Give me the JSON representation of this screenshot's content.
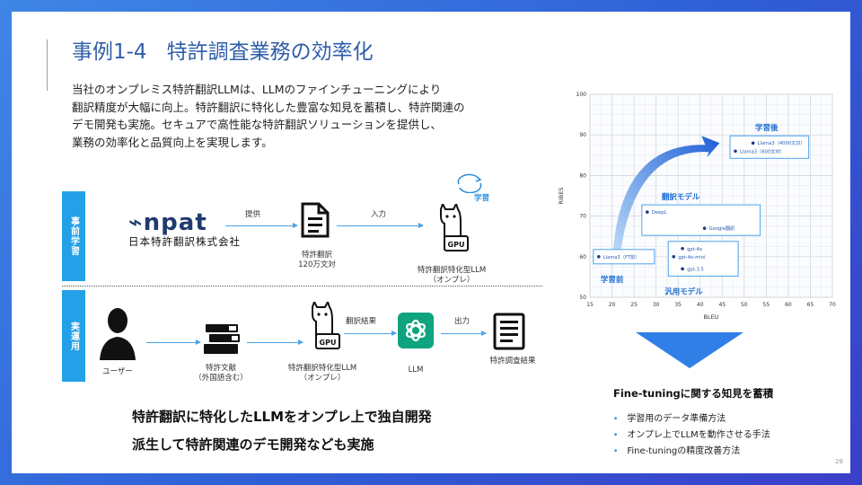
{
  "title": {
    "number": "事例1-4",
    "text": "特許調査業務の効率化"
  },
  "body": {
    "lines": [
      "当社のオンプレミス特許翻訳LLMは、LLMのファインチューニングにより",
      "翻訳精度が大幅に向上。特許翻訳に特化した豊富な知見を蓄積し、特許関連の",
      "デモ開発も実施。セキュアで高性能な特許翻訳ソリューションを提供し、",
      "業務の効率化と品質向上を実現します。"
    ]
  },
  "diagram": {
    "band_pre": "事前学習",
    "band_run": "実運用",
    "npat_logo": "npat",
    "npat_company": "日本特許翻訳株式会社",
    "arrow_provide": "提供",
    "arrow_input": "入力",
    "doc_label": [
      "特許翻訳",
      "120万文対"
    ],
    "learn_label": "学習",
    "gpu": "GPU",
    "llm_top_label": [
      "特許翻訳特化型LLM",
      "（オンプレ）"
    ],
    "user_label": "ユーザー",
    "books_label": [
      "特許文献",
      "（外国語含む）"
    ],
    "llm_mid_label": [
      "特許翻訳特化型LLM",
      "（オンプレ）"
    ],
    "arrow_result": "翻訳結果",
    "llm_label": "LLM",
    "arrow_output": "出力",
    "result_label": "特許調査結果"
  },
  "bold_lines": [
    "特許翻訳に特化したLLMをオンプレ上で独自開発",
    "派生して特許関連のデモ開発なども実施"
  ],
  "chart_data": {
    "type": "scatter",
    "xlabel": "BLEU",
    "ylabel": "RIBES",
    "xlim": [
      15,
      70
    ],
    "ylim": [
      50,
      100
    ],
    "xticks": [
      15,
      20,
      25,
      30,
      35,
      40,
      45,
      50,
      55,
      60,
      65,
      70
    ],
    "yticks": [
      50,
      60,
      70,
      80,
      90,
      100
    ],
    "grid": true,
    "points": [
      {
        "label": "Llama3（4000文対）",
        "x": 52,
        "y": 88
      },
      {
        "label": "Llama3（600文対）",
        "x": 48,
        "y": 86
      },
      {
        "label": "DeepL",
        "x": 28,
        "y": 71
      },
      {
        "label": "Google翻訳",
        "x": 41,
        "y": 67
      },
      {
        "label": "Llama3（FT前）",
        "x": 17,
        "y": 60
      },
      {
        "label": "gpt-4o",
        "x": 36,
        "y": 62
      },
      {
        "label": "gpt-4o-mini",
        "x": 34,
        "y": 60
      },
      {
        "label": "gpt-3.5",
        "x": 36,
        "y": 57
      }
    ],
    "groups": [
      {
        "label": "学習後"
      },
      {
        "label": "翻訳モデル"
      },
      {
        "label": "学習前"
      },
      {
        "label": "汎用モデル"
      }
    ]
  },
  "finetune": {
    "title": "Fine-tuningに関する知見を蓄積",
    "items": [
      "学習用のデータ準備方法",
      "オンプレ上でLLMを動作させる手法",
      "Fine-tuningの精度改善方法"
    ]
  },
  "page_number": "28"
}
